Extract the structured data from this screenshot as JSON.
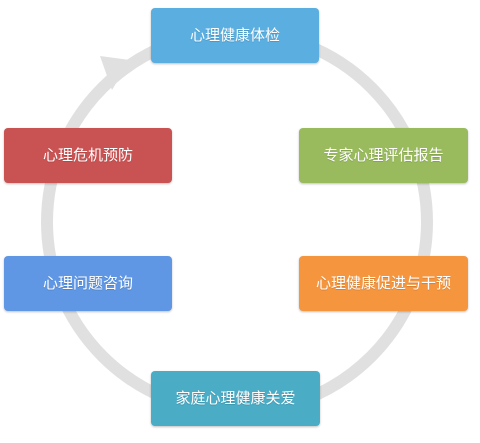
{
  "cycle": {
    "ring_color": "#e0e0e0",
    "arrow_color": "#e0e0e0",
    "nodes": [
      {
        "id": "top",
        "label": "心理健康体检",
        "color": "#5aaee0"
      },
      {
        "id": "right1",
        "label": "专家心理评估报告",
        "color": "#99bb5e"
      },
      {
        "id": "right2",
        "label": "心理健康促进与干预",
        "color": "#f5963f"
      },
      {
        "id": "bottom",
        "label": "家庭心理健康关爱",
        "color": "#4bacc6"
      },
      {
        "id": "left2",
        "label": "心理问题咨询",
        "color": "#5f97e4"
      },
      {
        "id": "left1",
        "label": "心理危机预防",
        "color": "#c95253"
      }
    ]
  }
}
